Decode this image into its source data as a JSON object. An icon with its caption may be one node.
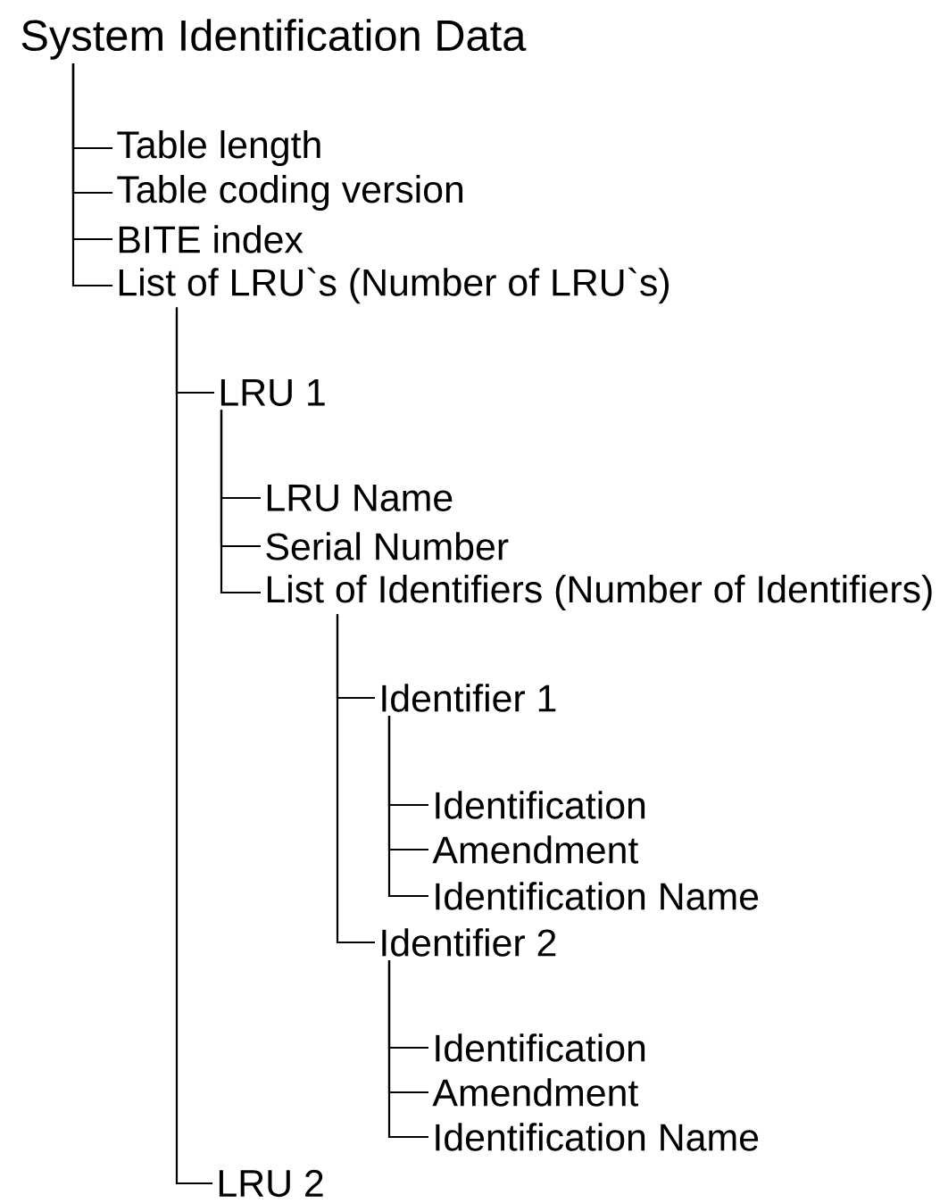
{
  "diagram": {
    "nodes": [
      {
        "text": [
          "System Identification Data"
        ]
      },
      {
        "text": [
          "Table length"
        ]
      },
      {
        "text": [
          "Table coding version"
        ]
      },
      {
        "text": [
          "BITE index"
        ]
      },
      {
        "text": [
          "List of LRU`s (Number of LRU`s)"
        ]
      },
      {
        "text": [
          "LRU 1"
        ]
      },
      {
        "text": [
          "LRU Name"
        ]
      },
      {
        "text": [
          "Serial Number"
        ]
      },
      {
        "text": [
          "List of Identifiers (Number of Identifiers)"
        ]
      },
      {
        "text": [
          "Identifier 1"
        ]
      },
      {
        "text": [
          "Identification"
        ]
      },
      {
        "text": [
          "Amendment"
        ]
      },
      {
        "text": [
          "Identification Name"
        ]
      },
      {
        "text": [
          "Identifier 2"
        ]
      },
      {
        "text": [
          "Identification"
        ]
      },
      {
        "text": [
          "Amendment"
        ]
      },
      {
        "text": [
          "Identification Name"
        ]
      },
      {
        "text": [
          "LRU 2"
        ]
      }
    ],
    "edges": [
      {
        "from": 0,
        "to": 1,
        "arrow": "none"
      },
      {
        "from": 0,
        "to": 2,
        "arrow": "none"
      },
      {
        "from": 0,
        "to": 3,
        "arrow": "none"
      },
      {
        "from": 0,
        "to": 4,
        "arrow": "none"
      },
      {
        "from": 4,
        "to": 5,
        "arrow": "none"
      },
      {
        "from": 5,
        "to": 6,
        "arrow": "none"
      },
      {
        "from": 5,
        "to": 7,
        "arrow": "none"
      },
      {
        "from": 5,
        "to": 8,
        "arrow": "none"
      },
      {
        "from": 8,
        "to": 9,
        "arrow": "none"
      },
      {
        "from": 9,
        "to": 10,
        "arrow": "none"
      },
      {
        "from": 9,
        "to": 11,
        "arrow": "none"
      },
      {
        "from": 9,
        "to": 12,
        "arrow": "none"
      },
      {
        "from": 8,
        "to": 13,
        "arrow": "none"
      },
      {
        "from": 13,
        "to": 14,
        "arrow": "none"
      },
      {
        "from": 13,
        "to": 15,
        "arrow": "none"
      },
      {
        "from": 13,
        "to": 16,
        "arrow": "none"
      },
      {
        "from": 4,
        "to": 17,
        "arrow": "none"
      }
    ]
  }
}
